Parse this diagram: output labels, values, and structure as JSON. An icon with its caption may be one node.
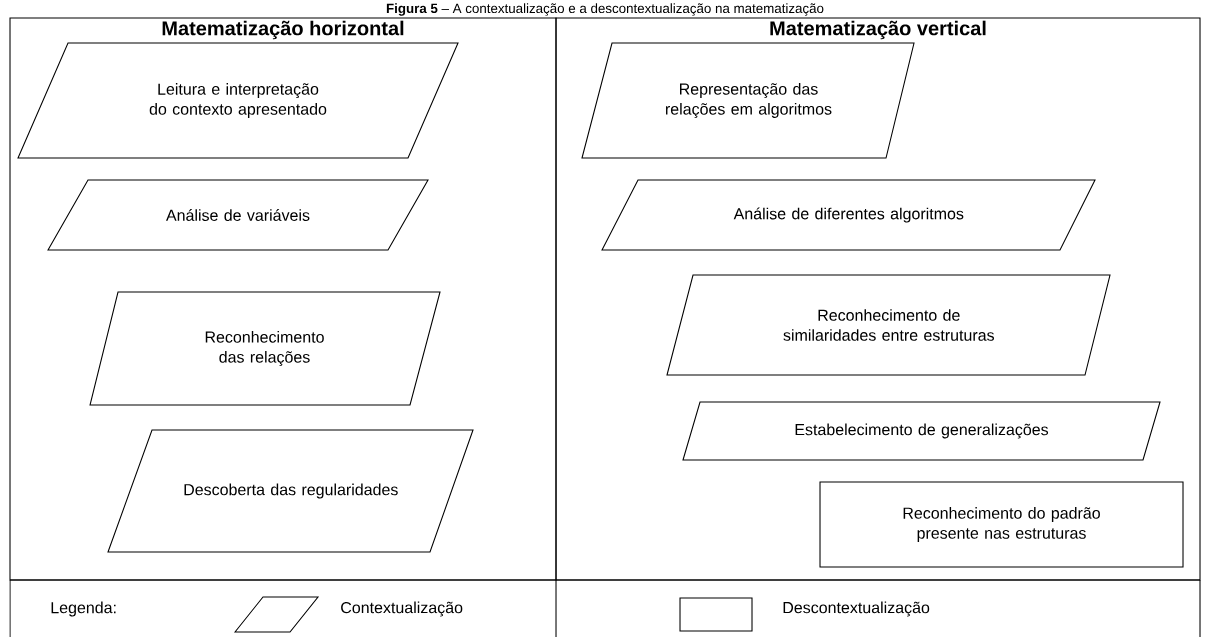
{
  "diagram": {
    "title": "**Figura 5** – A contextualização e a descontextualização na matematização",
    "nodes": [
      {
        "text": [
          "Matematização horizontal"
        ]
      },
      {
        "text": [
          "Leitura e interpretação do contexto apresentado"
        ],
        "in": 0
      },
      {
        "text": [
          "Análise de variáveis"
        ],
        "in": 0
      },
      {
        "text": [
          "Reconhecimento das relações"
        ],
        "in": 0
      },
      {
        "text": [
          "Descoberta das regularidades"
        ],
        "in": 0
      },
      {
        "text": [
          "Matematização vertical"
        ]
      },
      {
        "text": [
          "Representação das relações em algoritmos"
        ],
        "in": 5
      },
      {
        "text": [
          "Análise de diferentes algoritmos"
        ],
        "in": 5
      },
      {
        "text": [
          "Reconhecimento de similaridades entre estruturas"
        ],
        "in": 5
      },
      {
        "text": [
          "Estabelecimento de generalizações"
        ],
        "in": 5
      },
      {
        "text": [
          "Reconhecimento do padrão presente nas estruturas"
        ],
        "in": 5
      }
    ],
    "labels": [
      "Legenda:"
    ],
    "legend": [
      {
        "text": "Contextualização"
      },
      {
        "text": "Descontextualização"
      }
    ]
  }
}
